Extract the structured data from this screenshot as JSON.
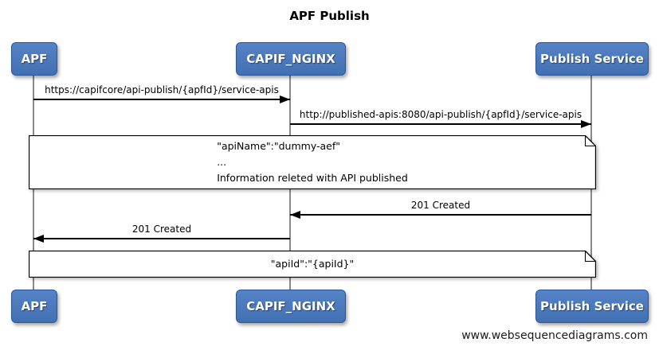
{
  "title": "APF Publish",
  "actors": [
    {
      "label": "APF"
    },
    {
      "label": "CAPIF_NGINX"
    },
    {
      "label": "Publish Service"
    }
  ],
  "messages": [
    {
      "label": "https://capifcore/api-publish/{apfId}/service-apis",
      "from": "APF",
      "to": "CAPIF_NGINX",
      "direction": "right"
    },
    {
      "label": "http://published-apis:8080/api-publish/{apfId}/service-apis",
      "from": "CAPIF_NGINX",
      "to": "Publish Service",
      "direction": "right"
    },
    {
      "label": "201 Created",
      "from": "Publish Service",
      "to": "CAPIF_NGINX",
      "direction": "left"
    },
    {
      "label": "201 Created",
      "from": "CAPIF_NGINX",
      "to": "APF",
      "direction": "left"
    }
  ],
  "notes": [
    {
      "lines": [
        "\"apiName\":\"dummy-aef\"",
        "...",
        "Information releted with API published"
      ]
    },
    {
      "lines": [
        "\"apiId\":\"{apiId}\""
      ]
    }
  ],
  "footer": "www.websequencediagrams.com",
  "colors": {
    "actor_fill": "#4a78ba",
    "actor_border": "#2a5598",
    "actor_text": "#ffffff",
    "lifeline": "#8a8a8a",
    "arrow": "#000000",
    "note_fill": "#ffffff",
    "note_border": "#000000"
  }
}
